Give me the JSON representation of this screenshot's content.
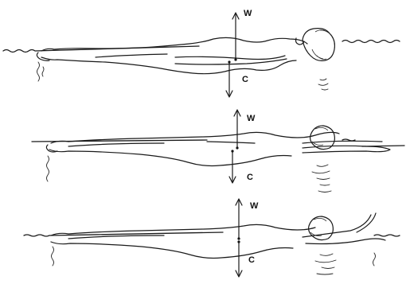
{
  "figure": {
    "panels": [
      {
        "id": "horizontal-arms-at-sides",
        "label_top": "W",
        "label_bottom": "C"
      },
      {
        "id": "arms-extended",
        "label_top": "W",
        "label_bottom": "C"
      },
      {
        "id": "arms-raised",
        "label_top": "W",
        "label_bottom": "C"
      }
    ]
  }
}
